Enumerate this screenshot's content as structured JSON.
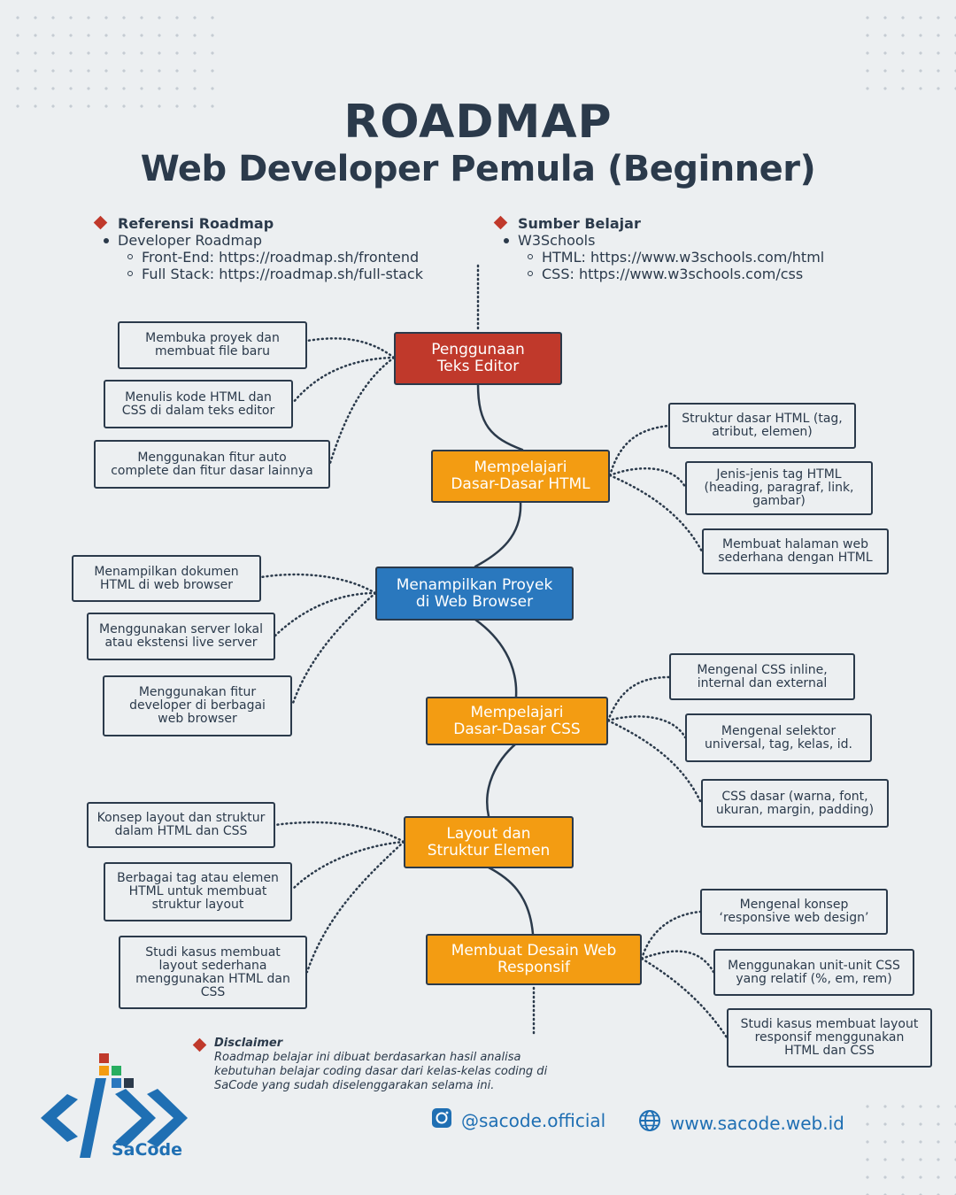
{
  "title": {
    "line1": "ROADMAP",
    "line2": "Web Developer Pemula (Beginner)"
  },
  "references": {
    "heading": "Referensi Roadmap",
    "item": "Developer Roadmap",
    "links": [
      "Front-End: https://roadmap.sh/frontend",
      "Full Stack:  https://roadmap.sh/full-stack"
    ]
  },
  "sources": {
    "heading": "Sumber Belajar",
    "item": "W3Schools",
    "links": [
      "HTML: https://www.w3schools.com/html",
      "CSS: https://www.w3schools.com/css"
    ]
  },
  "colors": {
    "red": "#c0392b",
    "orange": "#f39c12",
    "blue": "#2a78be",
    "dark": "#2b3a4b",
    "background": "#eceff1"
  },
  "steps": [
    {
      "label": "Penggunaan\nTeks Editor",
      "color": "red",
      "topics": [
        "Membuka proyek dan\nmembuat file baru",
        "Menulis kode HTML dan\nCSS di dalam teks editor",
        "Menggunakan fitur auto\ncomplete dan fitur dasar lainnya"
      ]
    },
    {
      "label": "Mempelajari\nDasar-Dasar HTML",
      "color": "orange",
      "topics": [
        "Struktur dasar HTML (tag,\natribut, elemen)",
        "Jenis-jenis tag HTML\n(heading, paragraf, link,\ngambar)",
        "Membuat halaman web\nsederhana dengan HTML"
      ]
    },
    {
      "label": "Menampilkan Proyek\ndi Web Browser",
      "color": "blue",
      "topics": [
        "Menampilkan dokumen\nHTML di web browser",
        "Menggunakan server lokal\natau ekstensi live server",
        "Menggunakan fitur\ndeveloper di berbagai\nweb browser"
      ]
    },
    {
      "label": "Mempelajari\nDasar-Dasar CSS",
      "color": "orange",
      "topics": [
        "Mengenal CSS inline,\ninternal dan external",
        "Mengenal selektor\nuniversal, tag, kelas, id.",
        "CSS dasar (warna, font,\nukuran, margin, padding)"
      ]
    },
    {
      "label": "Layout dan\nStruktur Elemen",
      "color": "orange",
      "topics": [
        "Konsep layout dan struktur\ndalam HTML dan CSS",
        "Berbagai tag atau elemen\nHTML untuk membuat\nstruktur layout",
        "Studi kasus membuat\nlayout sederhana\nmenggunakan HTML dan\nCSS"
      ]
    },
    {
      "label": "Membuat Desain Web\nResponsif",
      "color": "orange",
      "topics": [
        "Mengenal konsep\n‘responsive web design’",
        "Menggunakan unit-unit CSS\nyang relatif (%, em, rem)",
        "Studi kasus membuat layout\nresponsif menggunakan\nHTML dan CSS"
      ]
    }
  ],
  "disclaimer": {
    "heading": "Disclaimer",
    "text": "Roadmap belajar ini dibuat berdasarkan hasil analisa kebutuhan belajar coding dasar dari kelas-kelas coding di SaCode yang sudah diselenggarakan selama ini."
  },
  "footer": {
    "instagram": "@sacode.official",
    "website": "www.sacode.web.id",
    "brand": "SaCode",
    "instagram_icon": "instagram-icon",
    "globe_icon": "globe-icon"
  }
}
